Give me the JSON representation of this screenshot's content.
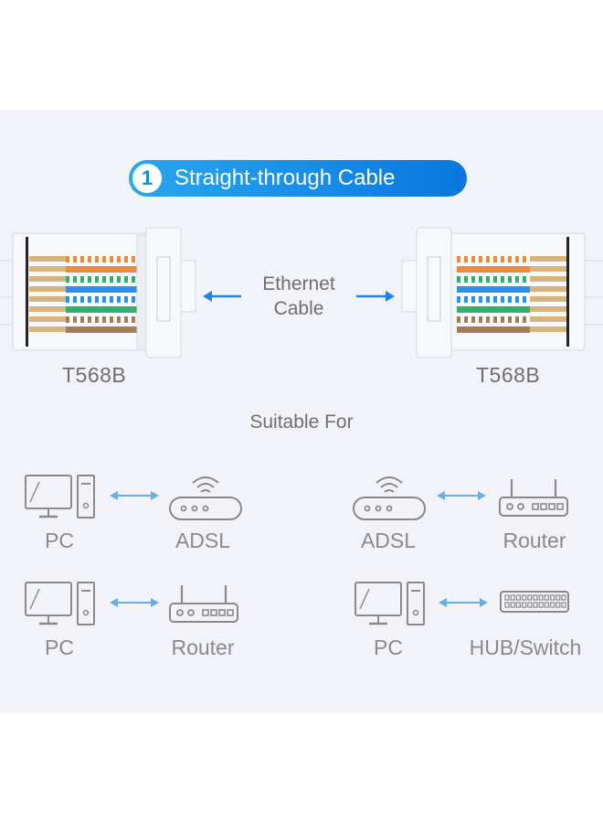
{
  "title": {
    "number": "1",
    "text": "Straight-through Cable"
  },
  "connector_left": {
    "label": "T568B"
  },
  "connector_right": {
    "label": "T568B"
  },
  "center_label": {
    "line1": "Ethernet",
    "line2": "Cable"
  },
  "suitable_for": "Suitable For",
  "pairs": [
    {
      "left": "PC",
      "right": "ADSL"
    },
    {
      "left": "ADSL",
      "right": "Router"
    },
    {
      "left": "PC",
      "right": "Router"
    },
    {
      "left": "PC",
      "right": "HUB/Switch"
    }
  ],
  "colors": {
    "accent_start": "#27a8f0",
    "accent_end": "#0a76e0",
    "arrow": "#6aaee8",
    "icon_stroke": "#8a8a8a",
    "panel": "#f2f3f9"
  },
  "icons": [
    "pc-icon",
    "adsl-modem-icon",
    "router-icon",
    "hub-switch-icon",
    "double-arrow-icon"
  ]
}
